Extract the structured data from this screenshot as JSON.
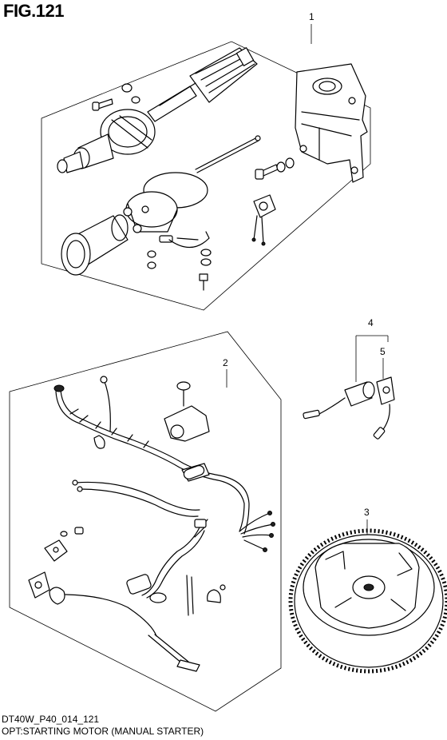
{
  "figure": {
    "title": "FIG.121"
  },
  "callouts": {
    "c1": "1",
    "c2": "2",
    "c3": "3",
    "c4": "4",
    "c5": "5"
  },
  "footer": {
    "code": "DT40W_P40_014_121",
    "description": "OPT:STARTING MOTOR (MANUAL STARTER)"
  },
  "icons": {
    "starter_motor": "starter-motor-assembly-icon",
    "wire_harness": "wire-harness-icon",
    "flywheel": "flywheel-ring-gear-icon",
    "switch": "neutral-switch-icon"
  }
}
